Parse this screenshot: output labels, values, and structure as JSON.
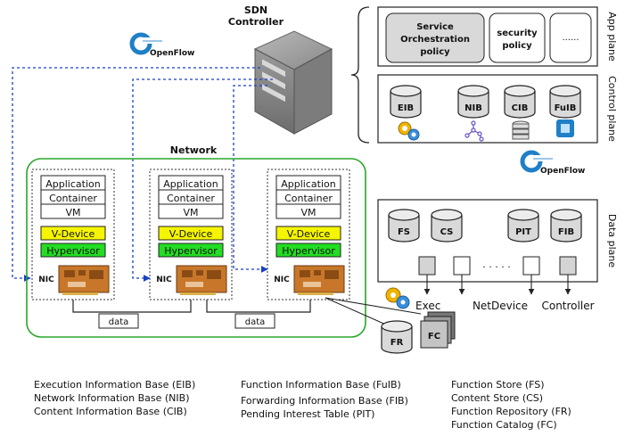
{
  "controller": {
    "label_line1": "SDN",
    "label_line2": "Controller"
  },
  "openflow": {
    "label": "OpenFlow"
  },
  "network": {
    "label": "Network",
    "nodes": [
      {
        "app": "Application",
        "container": "Container",
        "vm": "VM",
        "vdevice": "V-Device",
        "hypervisor": "Hypervisor",
        "nic": "NIC"
      },
      {
        "app": "Application",
        "container": "Container",
        "vm": "VM",
        "vdevice": "V-Device",
        "hypervisor": "Hypervisor",
        "nic": "NIC"
      },
      {
        "app": "Application",
        "container": "Container",
        "vm": "VM",
        "vdevice": "V-Device",
        "hypervisor": "Hypervisor",
        "nic": "NIC"
      }
    ],
    "links": [
      "data",
      "data"
    ],
    "stores": {
      "fr": "FR",
      "fc": "FC"
    }
  },
  "app_plane": {
    "label": "App plane",
    "policies": [
      {
        "line1": "Service",
        "line2": "Orchestration",
        "line3": "policy"
      },
      {
        "line1": "security",
        "line2": "policy"
      },
      {
        "line1": "......"
      }
    ]
  },
  "control_plane": {
    "label": "Control plane",
    "bases": [
      "EIB",
      "NIB",
      "CIB",
      "FuIB"
    ]
  },
  "data_plane": {
    "label": "Data plane",
    "stores": [
      "FS",
      "CS",
      "PIT",
      "FIB"
    ],
    "dots": "· · · · ·",
    "outputs": [
      "Exec",
      "NetDevice",
      "Controller"
    ]
  },
  "legend": {
    "col1": [
      "Execution Information Base (EIB)",
      "Network Information Base (NIB)",
      "Content Information Base (CIB)"
    ],
    "col2": [
      "Function Information Base (FuIB)",
      "Forwarding Information Base (FIB)",
      "Pending Interest Table (PIT)"
    ],
    "col3": [
      "Function Store (FS)",
      "Content Store  (CS)",
      "Function Repository (FR)",
      "Function Catalog (FC)"
    ]
  },
  "colors": {
    "vdevice": "#f5f500",
    "hypervisor": "#22dd22",
    "network_border": "#2aa52a",
    "network_label": "#22aa22",
    "dashed_link": "#1a3fc8",
    "db_fill": "#d9d9d9",
    "openflow_blue": "#1f7fc7"
  }
}
